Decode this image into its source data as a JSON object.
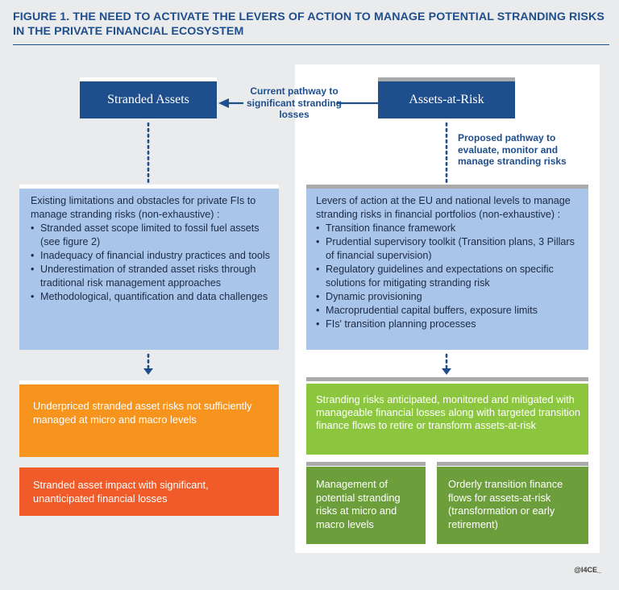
{
  "figure": {
    "title": "FIGURE 1. THE NEED TO ACTIVATE THE LEVERS OF ACTION TO MANAGE POTENTIAL STRANDING RISKS IN THE PRIVATE FINANCIAL ECOSYSTEM"
  },
  "nodes": {
    "stranded_assets": "Stranded Assets",
    "assets_at_risk": "Assets-at-Risk"
  },
  "pathways": {
    "current": "Current pathway to significant stranding losses",
    "proposed": "Proposed pathway to evaluate, monitor and manage stranding risks"
  },
  "left_column": {
    "limitations_intro": "Existing limitations and obstacles for private FIs to manage stranding risks (non-exhaustive) :",
    "limitations_items": [
      "Stranded asset scope limited to fossil fuel assets (see figure 2)",
      "Inadequacy of financial industry practices and tools",
      "Underestimation of stranded asset risks through traditional risk management approaches",
      "Methodological, quantification and data challenges"
    ],
    "outcome_orange": "Underpriced stranded asset risks not sufficiently managed at micro and macro levels",
    "outcome_red": "Stranded asset impact with significant, unanticipated financial losses"
  },
  "right_column": {
    "levers_intro": "Levers of action at the EU and national levels to manage stranding risks in financial portfolios (non-exhaustive) :",
    "levers_items": [
      "Transition finance framework",
      "Prudential supervisory toolkit (Transition plans, 3 Pillars of financial supervision)",
      "Regulatory guidelines and expectations on specific solutions for mitigating stranding risk",
      "Dynamic provisioning",
      "Macroprudential capital buffers, exposure limits",
      "FIs' transition planning processes"
    ],
    "outcome_green": "Stranding risks anticipated, monitored and mitigated with manageable financial losses along with targeted transition finance flows to retire or transform assets-at-risk",
    "sub_left": "Management of potential stranding risks at micro and macro levels",
    "sub_right": "Orderly transition finance flows for assets-at-risk (transformation or early retirement)"
  },
  "credit": "@I4CE_",
  "colors": {
    "navy": "#1f4e8c",
    "light_blue": "#a9c5e9",
    "orange": "#f7941d",
    "red_orange": "#f15a29",
    "light_green": "#8cc63f",
    "dark_green": "#6d9e3c",
    "grey_bar": "#a8aaac"
  }
}
